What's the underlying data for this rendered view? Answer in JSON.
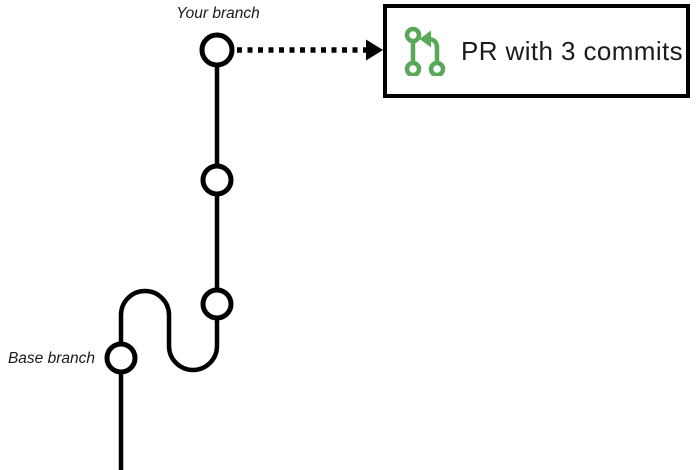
{
  "labels": {
    "your_branch": "Your branch",
    "base_branch": "Base branch"
  },
  "pr_box": {
    "label": "PR with 3 commits",
    "icon": "git-pull-request-icon",
    "icon_color": "#59a759",
    "border_color": "#000000",
    "text_color": "#1b1b1b",
    "background": "#ffffff"
  },
  "diagram": {
    "type": "git-branch-graph",
    "line_color": "#000000",
    "node_fill": "#ffffff",
    "branches": [
      {
        "name": "Your branch",
        "commit_count": 3
      },
      {
        "name": "Base branch",
        "commit_count": 1
      }
    ],
    "annotation": "dotted arrow from top commit to PR box"
  }
}
